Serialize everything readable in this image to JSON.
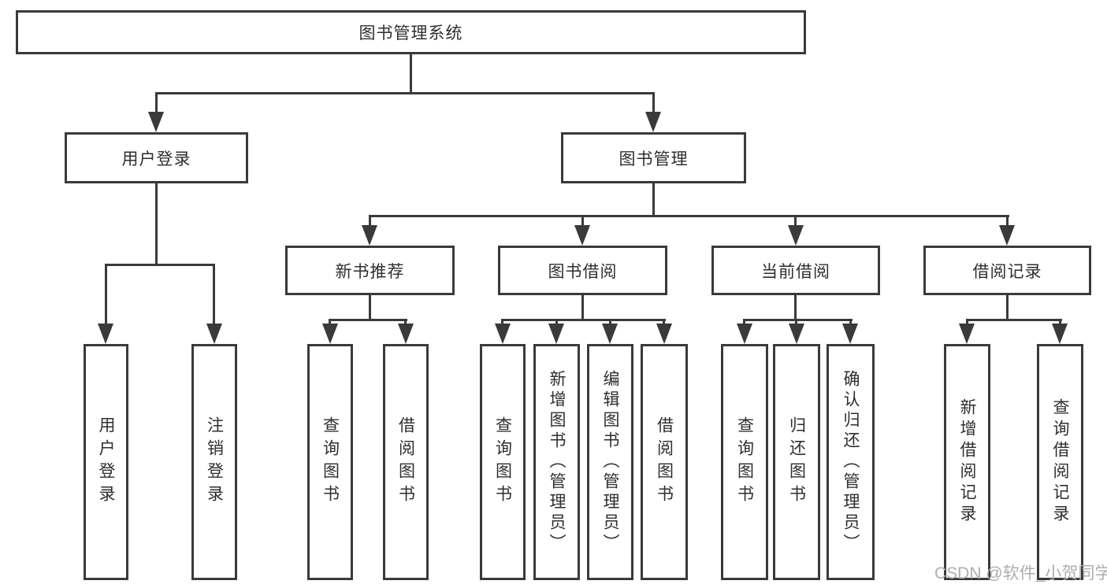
{
  "colors": {
    "line": "#3a3a3a",
    "text": "#2e2e2e",
    "background": "#ffffff",
    "watermark": "#aeaeae"
  },
  "watermark": {
    "text": "CSDN @软件_小贺同学"
  },
  "tree": {
    "root": {
      "label": "图书管理系统"
    },
    "branches": [
      {
        "label": "用户登录",
        "children": [
          {
            "label": "用户登录"
          },
          {
            "label": "注销登录"
          }
        ]
      },
      {
        "label": "图书管理",
        "children": [
          {
            "label": "新书推荐",
            "children": [
              {
                "label": "查询图书"
              },
              {
                "label": "借阅图书"
              }
            ]
          },
          {
            "label": "图书借阅",
            "children": [
              {
                "label": "查询图书"
              },
              {
                "label": "新增图书（管理员）"
              },
              {
                "label": "编辑图书（管理员）"
              },
              {
                "label": "借阅图书"
              }
            ]
          },
          {
            "label": "当前借阅",
            "children": [
              {
                "label": "查询图书"
              },
              {
                "label": "归还图书"
              },
              {
                "label": "确认归还（管理员）"
              }
            ]
          },
          {
            "label": "借阅记录",
            "children": [
              {
                "label": "新增借阅记录"
              },
              {
                "label": "查询借阅记录"
              }
            ]
          }
        ]
      }
    ]
  }
}
